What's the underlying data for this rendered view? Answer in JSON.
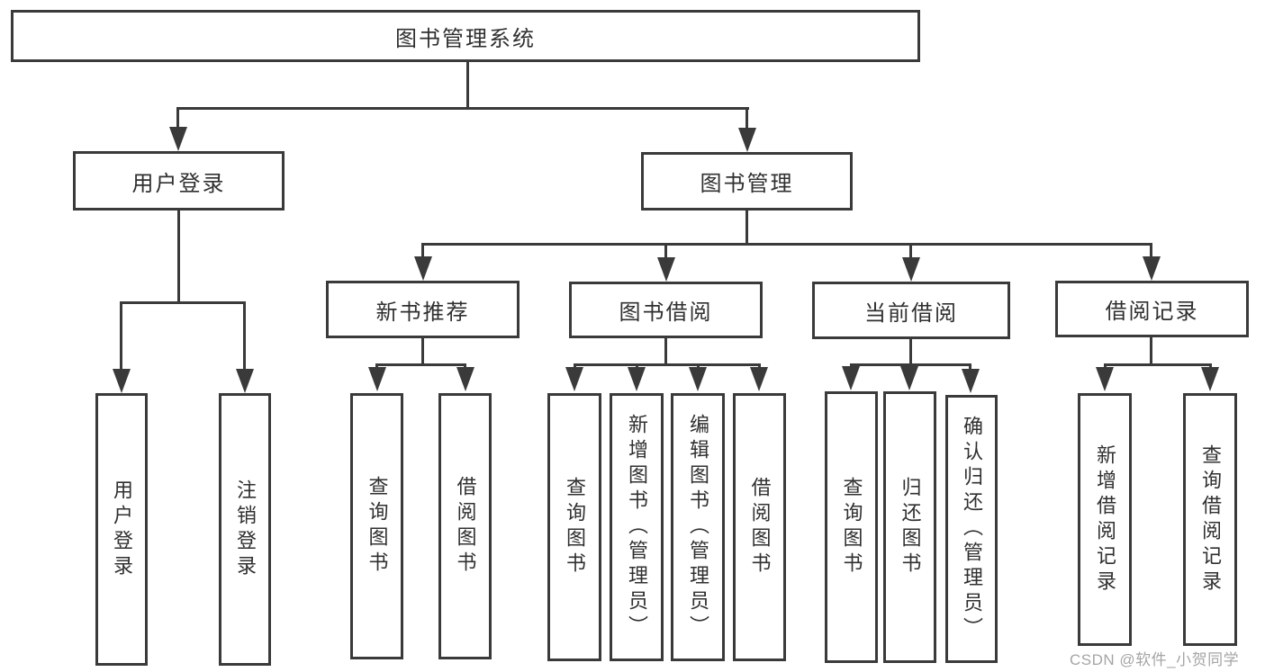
{
  "diagram": {
    "root": {
      "label": "图书管理系统"
    },
    "branches": [
      {
        "label": "用户登录",
        "children": [
          {
            "label": "用户登录"
          },
          {
            "label": "注销登录"
          }
        ]
      },
      {
        "label": "图书管理",
        "children": [
          {
            "label": "新书推荐",
            "children": [
              {
                "label": "查询图书"
              },
              {
                "label": "借阅图书"
              }
            ]
          },
          {
            "label": "图书借阅",
            "children": [
              {
                "label": "查询图书"
              },
              {
                "label": "新增图书（管理员）"
              },
              {
                "label": "编辑图书（管理员）"
              },
              {
                "label": "借阅图书"
              }
            ]
          },
          {
            "label": "当前借阅",
            "children": [
              {
                "label": "查询图书"
              },
              {
                "label": "归还图书"
              },
              {
                "label": "确认归还（管理员）"
              }
            ]
          },
          {
            "label": "借阅记录",
            "children": [
              {
                "label": "新增借阅记录"
              },
              {
                "label": "查询借阅记录"
              }
            ]
          }
        ]
      }
    ]
  },
  "watermark": {
    "text": "CSDN @软件_小贺同学"
  },
  "colors": {
    "line": "#3a3a3a",
    "text": "#303030",
    "watermark": "#a5a5a5",
    "background": "#ffffff"
  }
}
